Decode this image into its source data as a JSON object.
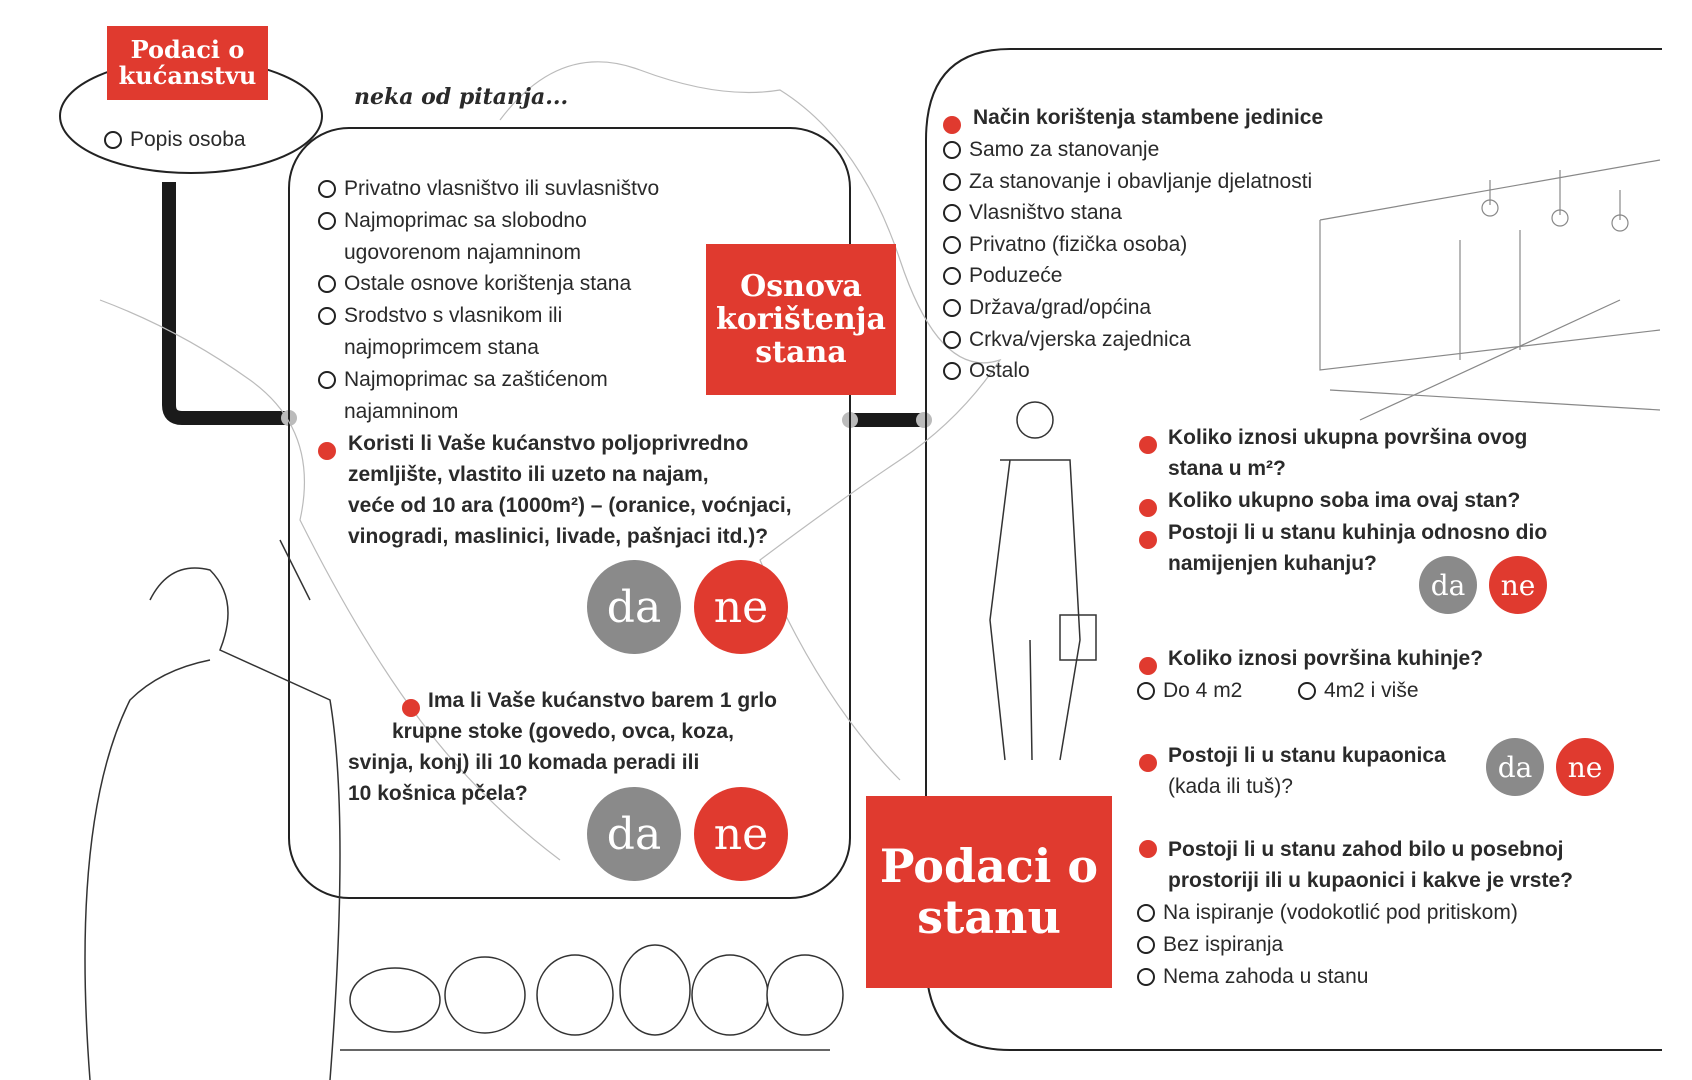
{
  "household": {
    "title": "Podaci o kućanstvu",
    "items": [
      "Popis osoba"
    ]
  },
  "subtitle": "neka od pitanja...",
  "usage_basis": {
    "title": "Osnova korištenja stana",
    "options": [
      "Privatno vlasništvo ili suvlasništvo",
      "Najmoprimac sa slobodno",
      "ugovorenom najamninom",
      "Ostale osnove korištenja stana",
      "Srodstvo s vlasnikom ili",
      "najmoprimcem stana",
      "Najmoprimac sa zaštićenom",
      "najamninom"
    ],
    "q1": [
      "Koristi li Vaše kućanstvo poljoprivredno",
      "zemljište, vlastito ili uzeto na najam,",
      "veće od 10 ara (1000m²) – (oranice, voćnjaci,",
      "vinogradi, maslinici, livade, pašnjaci itd.)?"
    ],
    "q2": [
      "Ima li Vaše kućanstvo barem 1 grlo",
      "krupne stoke (govedo, ovca, koza,",
      "svinja, konj) ili 10 komada peradi ili",
      "10 košnica pčela?"
    ]
  },
  "yes": "da",
  "no": "ne",
  "dwelling": {
    "title": "Podaci o stanu",
    "usage_q": "Način korištenja stambene jedinice",
    "usage_options": [
      "Samo za stanovanje",
      "Za stanovanje i obavljanje djelatnosti",
      "Vlasništvo stana",
      "Privatno (fizička osoba)",
      "Poduzeće",
      "Država/grad/općina",
      "Crkva/vjerska zajednica",
      "Ostalo"
    ],
    "q_area": [
      "Koliko iznosi ukupna površina ovog",
      "stana u m²?"
    ],
    "q_rooms": "Koliko ukupno soba ima ovaj stan?",
    "q_kitchen": [
      "Postoji li u stanu kuhinja odnosno dio",
      "namijenjen kuhanju?"
    ],
    "q_kitchen_area": "Koliko iznosi površina kuhinje?",
    "kitchen_area_options": [
      "Do 4 m2",
      "4m2 i više"
    ],
    "q_bath": [
      "Postoji li u stanu kupaonica",
      "(kada ili tuš)?"
    ],
    "q_toilet": [
      "Postoji li u stanu zahod bilo u posebnoj",
      "prostoriji ili u kupaonici i kakve je vrste?"
    ],
    "toilet_options": [
      "Na ispiranje (vodokotlić pod pritiskom)",
      "Bez ispiranja",
      "Nema zahoda u stanu"
    ]
  },
  "colors": {
    "accent": "#e03a2f",
    "grey": "#8a8a8a"
  }
}
